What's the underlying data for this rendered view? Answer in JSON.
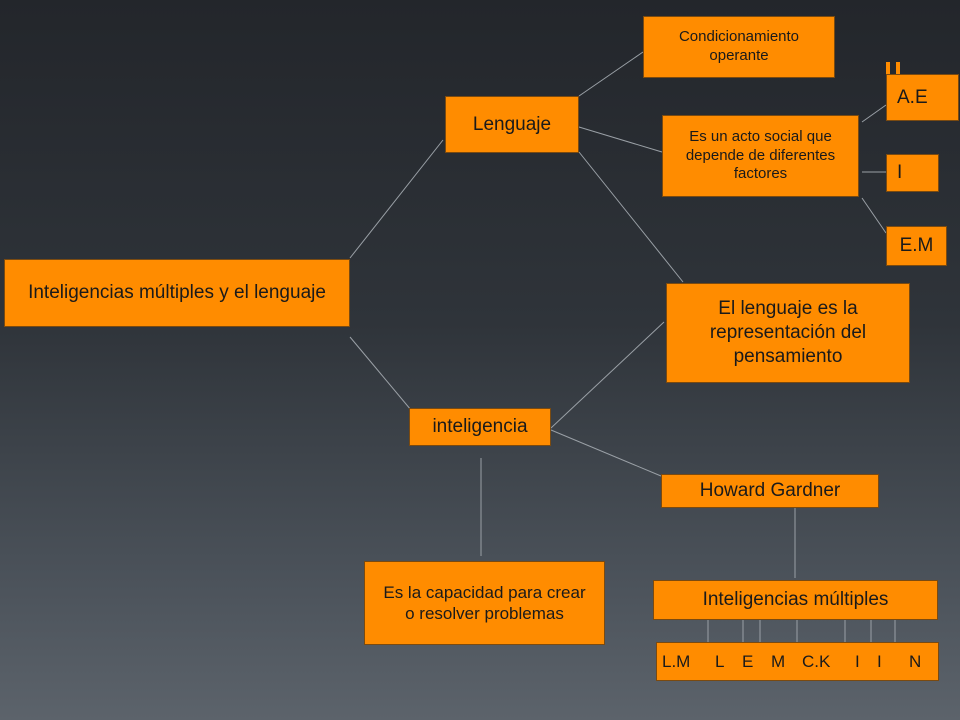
{
  "nodes": {
    "root": "Inteligencias múltiples y el lenguaje",
    "lenguaje": "Lenguaje",
    "inteligencia": "inteligencia",
    "condicionamiento": "Condicionamiento operante",
    "acto_social": "Es un acto social que depende de diferentes factores",
    "ae": "A.E",
    "i": "I",
    "em": "E.M",
    "representacion": "El lenguaje es la representación del pensamiento",
    "howard": "Howard Gardner",
    "capacidad": "Es la capacidad para crear o resolver problemas",
    "multiples": "Inteligencias múltiples"
  },
  "intelligence_types": [
    "L.M",
    "L",
    "E",
    "M",
    "C.K",
    "I",
    "I",
    "N"
  ]
}
